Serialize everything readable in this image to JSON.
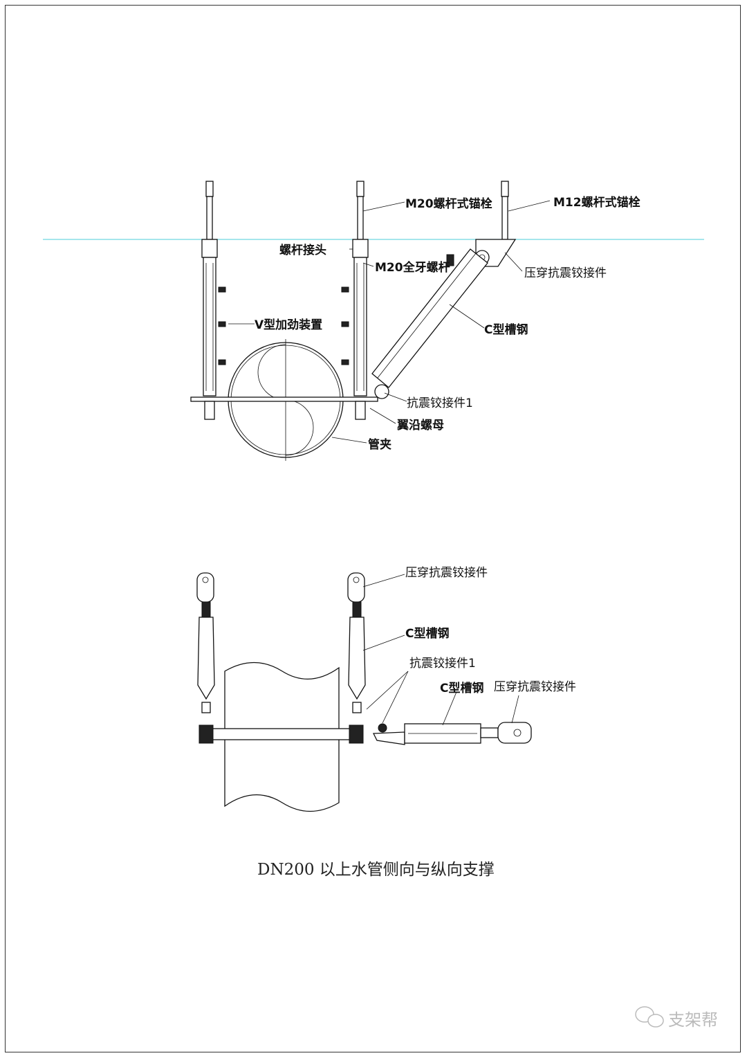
{
  "top_view": {
    "labels": {
      "m20_anchor": "M20螺杆式锚栓",
      "m12_anchor": "M12螺杆式锚栓",
      "rod_coupler": "螺杆接头",
      "m20_threaded_rod": "M20全牙螺杆",
      "press_hinge": "压穿抗震铰接件",
      "c_channel": "C型槽钢",
      "v_stiffener": "V型加劲装置",
      "hinge_1": "抗震铰接件1",
      "flange_nut": "翼沿螺母",
      "pipe_clamp": "管夹"
    }
  },
  "bottom_view": {
    "labels": {
      "press_hinge_top": "压穿抗震铰接件",
      "c_channel_vertical": "C型槽钢",
      "hinge_1": "抗震铰接件1",
      "c_channel_horizontal": "C型槽钢",
      "press_hinge_right": "压穿抗震铰接件"
    }
  },
  "caption": "DN200 以上水管侧向与纵向支撑",
  "watermark": "支架帮",
  "colors": {
    "ceiling_line": "#6fd6e0",
    "line": "#111111"
  }
}
